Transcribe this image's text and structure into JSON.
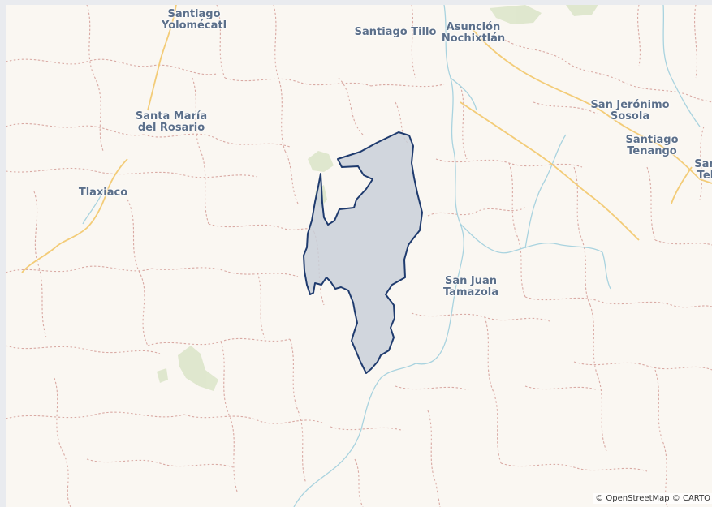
{
  "map": {
    "colors": {
      "background": "#faf7f2",
      "boundary": "#d8a8a2",
      "river": "#a9d3df",
      "highway": "#f6d07a",
      "park": "#dfe7cf",
      "region_fill": "#c9d0d9",
      "region_outline": "#1f3b6e",
      "label": "#5b6f8a"
    },
    "labels": {
      "santiago_yolomecatl": [
        "Santiago",
        "Yolomécatl"
      ],
      "santiago_tillo": [
        "Santiago Tillo"
      ],
      "asuncion_nochixtlan": [
        "Asunción",
        "Nochixtlán"
      ],
      "san_jeronimo_sosola": [
        "San Jerónimo",
        "Sosola"
      ],
      "santa_maria_del_rosario": [
        "Santa María",
        "del Rosario"
      ],
      "santiago_tenango": [
        "Santiago",
        "Tenango"
      ],
      "san_partial": [
        "San",
        "Tel"
      ],
      "tlaxiaco": [
        "Tlaxiaco"
      ],
      "san_juan_tamazola": [
        "San Juan",
        "Tamazola"
      ]
    },
    "attribution": {
      "osm": "© OpenStreetMap",
      "carto": "© CARTO"
    },
    "highlighted_region": "municipality-outline"
  }
}
